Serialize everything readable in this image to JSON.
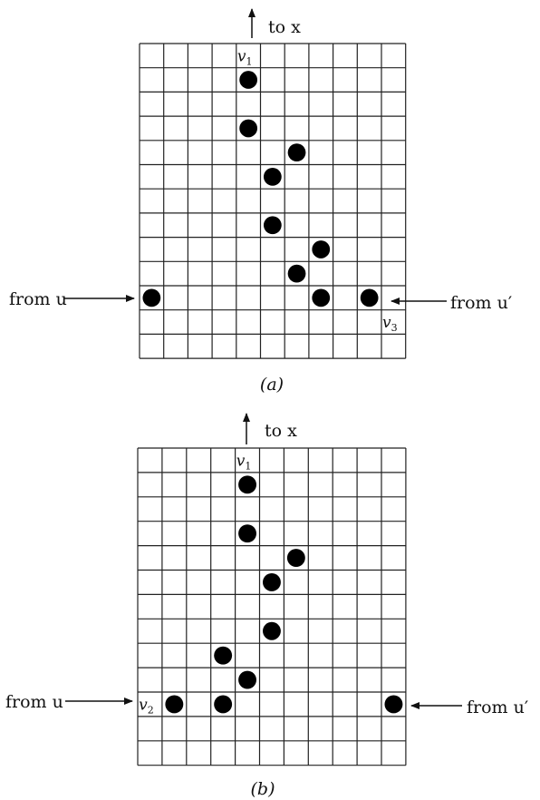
{
  "panels": [
    {
      "id": "a",
      "caption": "(a)",
      "top_label": "to x",
      "left_label": "from u",
      "right_label": "from u′",
      "cell_labels": [
        {
          "text": "v",
          "sub": "1",
          "row": 0,
          "col": 4
        },
        {
          "text": "v",
          "sub": "3",
          "row": 11,
          "col": 10
        }
      ],
      "grid": {
        "rows": 13,
        "cols": 11
      },
      "tokens": [
        {
          "row": 1,
          "col": 4
        },
        {
          "row": 3,
          "col": 4
        },
        {
          "row": 4,
          "col": 6
        },
        {
          "row": 5,
          "col": 5
        },
        {
          "row": 7,
          "col": 5
        },
        {
          "row": 8,
          "col": 7
        },
        {
          "row": 9,
          "col": 6
        },
        {
          "row": 10,
          "col": 0
        },
        {
          "row": 10,
          "col": 7
        },
        {
          "row": 10,
          "col": 9
        }
      ]
    },
    {
      "id": "b",
      "caption": "(b)",
      "top_label": "to x",
      "left_label": "from u",
      "right_label": "from u′",
      "cell_labels": [
        {
          "text": "v",
          "sub": "1",
          "row": 0,
          "col": 4
        },
        {
          "text": "v",
          "sub": "2",
          "row": 10,
          "col": 0
        }
      ],
      "grid": {
        "rows": 13,
        "cols": 11
      },
      "tokens": [
        {
          "row": 1,
          "col": 4
        },
        {
          "row": 3,
          "col": 4
        },
        {
          "row": 4,
          "col": 6
        },
        {
          "row": 5,
          "col": 5
        },
        {
          "row": 7,
          "col": 5
        },
        {
          "row": 8,
          "col": 3
        },
        {
          "row": 9,
          "col": 4
        },
        {
          "row": 10,
          "col": 1
        },
        {
          "row": 10,
          "col": 3
        },
        {
          "row": 10,
          "col": 10
        }
      ]
    }
  ]
}
